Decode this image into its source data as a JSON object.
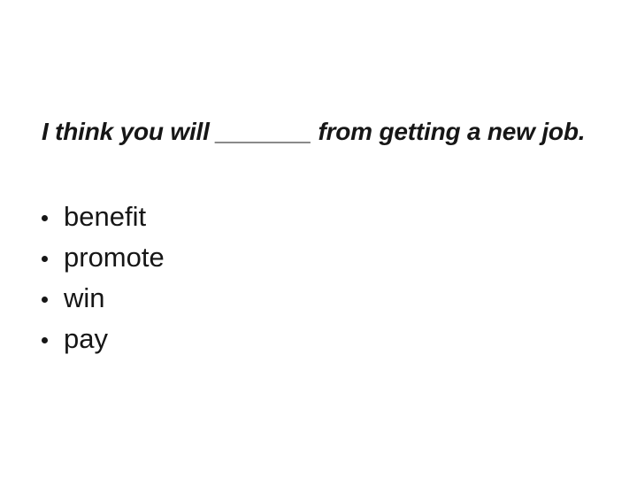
{
  "colors": {
    "background": "#ffffff",
    "text": "#161616"
  },
  "question": {
    "text": "I think you will _______ from getting a new job."
  },
  "options": [
    "benefit",
    "promote",
    "win",
    "pay"
  ],
  "icons": {
    "bullet": "round-dot"
  }
}
